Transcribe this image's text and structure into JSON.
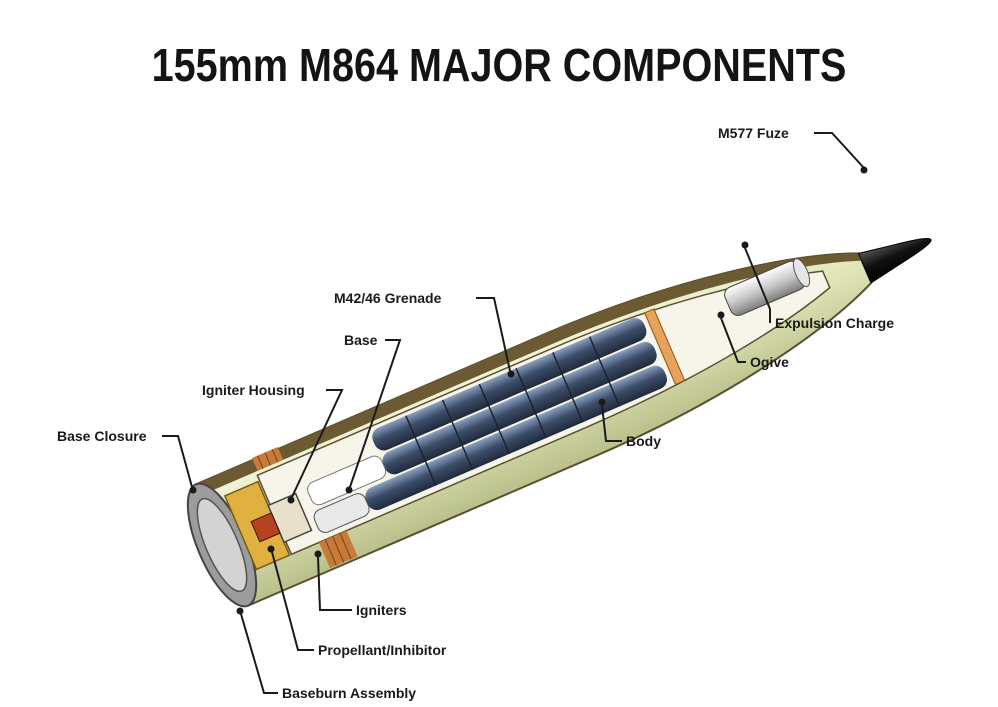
{
  "title": "155mm M864 MAJOR COMPONENTS",
  "labels": {
    "fuze": "M577 Fuze",
    "expulsion_charge": "Expulsion Charge",
    "ogive": "Ogive",
    "grenade": "M42/46 Grenade",
    "base": "Base",
    "igniter_housing": "Igniter Housing",
    "body": "Body",
    "base_closure": "Base Closure",
    "igniters": "Igniters",
    "propellant_inhibitor": "Propellant/Inhibitor",
    "baseburn_assembly": "Baseburn Assembly"
  },
  "colors": {
    "shell_outer": "#6b5a32",
    "shell_body": "#d9dfb0",
    "interior": "#ffffff",
    "grenade": "#3f4f68",
    "fuze": "#1a1a1a",
    "propellant": "#e0b040",
    "band": "#c87a3a"
  }
}
